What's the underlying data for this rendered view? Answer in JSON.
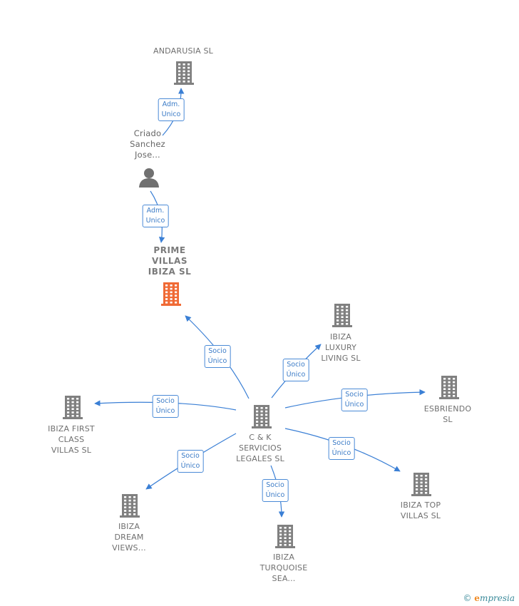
{
  "colors": {
    "edge": "#3a7fd5",
    "building": "#808080",
    "building_main": "#f06a35",
    "person": "#707070"
  },
  "nodes": [
    {
      "id": "andarusia",
      "label": "ANDARUSIA SL",
      "icon": "building-icon",
      "kind": "company"
    },
    {
      "id": "criado",
      "label": "Criado\nSanchez\nJose...",
      "icon": "person-icon",
      "kind": "person"
    },
    {
      "id": "prime",
      "label": "PRIME\nVILLAS\nIBIZA  SL",
      "icon": "building-icon",
      "kind": "main"
    },
    {
      "id": "luxury",
      "label": "IBIZA\nLUXURY\nLIVING  SL",
      "icon": "building-icon",
      "kind": "company"
    },
    {
      "id": "esbriendo",
      "label": "ESBRIENDO\nSL",
      "icon": "building-icon",
      "kind": "company"
    },
    {
      "id": "ck",
      "label": "C & K\nSERVICIOS\nLEGALES SL",
      "icon": "building-icon",
      "kind": "company"
    },
    {
      "id": "firstclass",
      "label": "IBIZA FIRST\nCLASS\nVILLAS  SL",
      "icon": "building-icon",
      "kind": "company"
    },
    {
      "id": "top",
      "label": "IBIZA TOP\nVILLAS  SL",
      "icon": "building-icon",
      "kind": "company"
    },
    {
      "id": "dream",
      "label": "IBIZA\nDREAM\nVIEWS...",
      "icon": "building-icon",
      "kind": "company"
    },
    {
      "id": "turquoise",
      "label": "IBIZA\nTURQUOISE\nSEA...",
      "icon": "building-icon",
      "kind": "company"
    }
  ],
  "edges": [
    {
      "from": "criado",
      "to": "andarusia",
      "label": "Adm.\nUnico"
    },
    {
      "from": "criado",
      "to": "prime",
      "label": "Adm.\nUnico"
    },
    {
      "from": "ck",
      "to": "prime",
      "label": "Socio\nÚnico"
    },
    {
      "from": "ck",
      "to": "luxury",
      "label": "Socio\nÚnico"
    },
    {
      "from": "ck",
      "to": "esbriendo",
      "label": "Socio\nÚnico"
    },
    {
      "from": "ck",
      "to": "firstclass",
      "label": "Socio\nÚnico"
    },
    {
      "from": "ck",
      "to": "top",
      "label": "Socio\nÚnico"
    },
    {
      "from": "ck",
      "to": "dream",
      "label": "Socio\nÚnico"
    },
    {
      "from": "ck",
      "to": "turquoise",
      "label": "Socio\nÚnico"
    }
  ],
  "footer": {
    "copyright": "©",
    "brand_initial": "e",
    "brand_rest": "mpresia"
  }
}
